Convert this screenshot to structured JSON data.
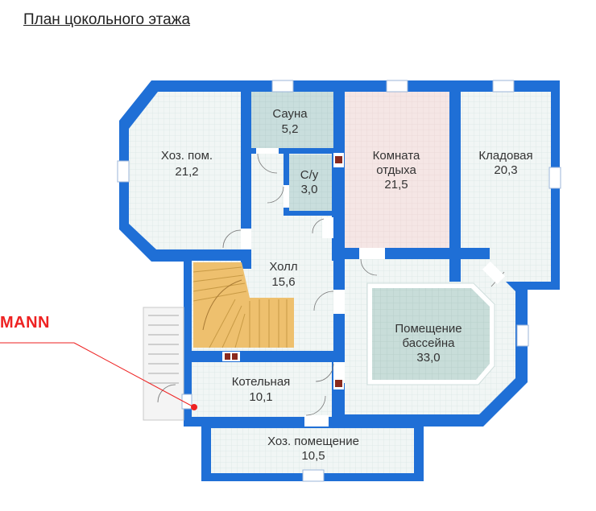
{
  "title": "План цокольного этажа",
  "brand_text": "MANN",
  "colors": {
    "wall": "#1f6fd6",
    "floor": "#f1f6f5",
    "grid": "#dbe6e5",
    "sauna": "#c9dedd",
    "lounge": "#f5e6e5",
    "pool": "#c8ddd9",
    "stairs": "#eec06e",
    "accent": "#ee2222"
  },
  "rooms": {
    "hoz_pom": {
      "name": "Хоз. пом.",
      "area": "21,2"
    },
    "sauna": {
      "name": "Сауна",
      "area": "5,2"
    },
    "wc": {
      "name": "С/у",
      "area": "3,0"
    },
    "lounge": {
      "name_line1": "Комната",
      "name_line2": "отдыха",
      "area": "21,5"
    },
    "storage": {
      "name": "Кладовая",
      "area": "20,3"
    },
    "hall": {
      "name": "Холл",
      "area": "15,6"
    },
    "pool": {
      "name_line1": "Помещение",
      "name_line2": "бассейна",
      "area": "33,0"
    },
    "boiler": {
      "name": "Котельная",
      "area": "10,1"
    },
    "hoz_bottom": {
      "name": "Хоз. помещение",
      "area": "10,5"
    }
  }
}
